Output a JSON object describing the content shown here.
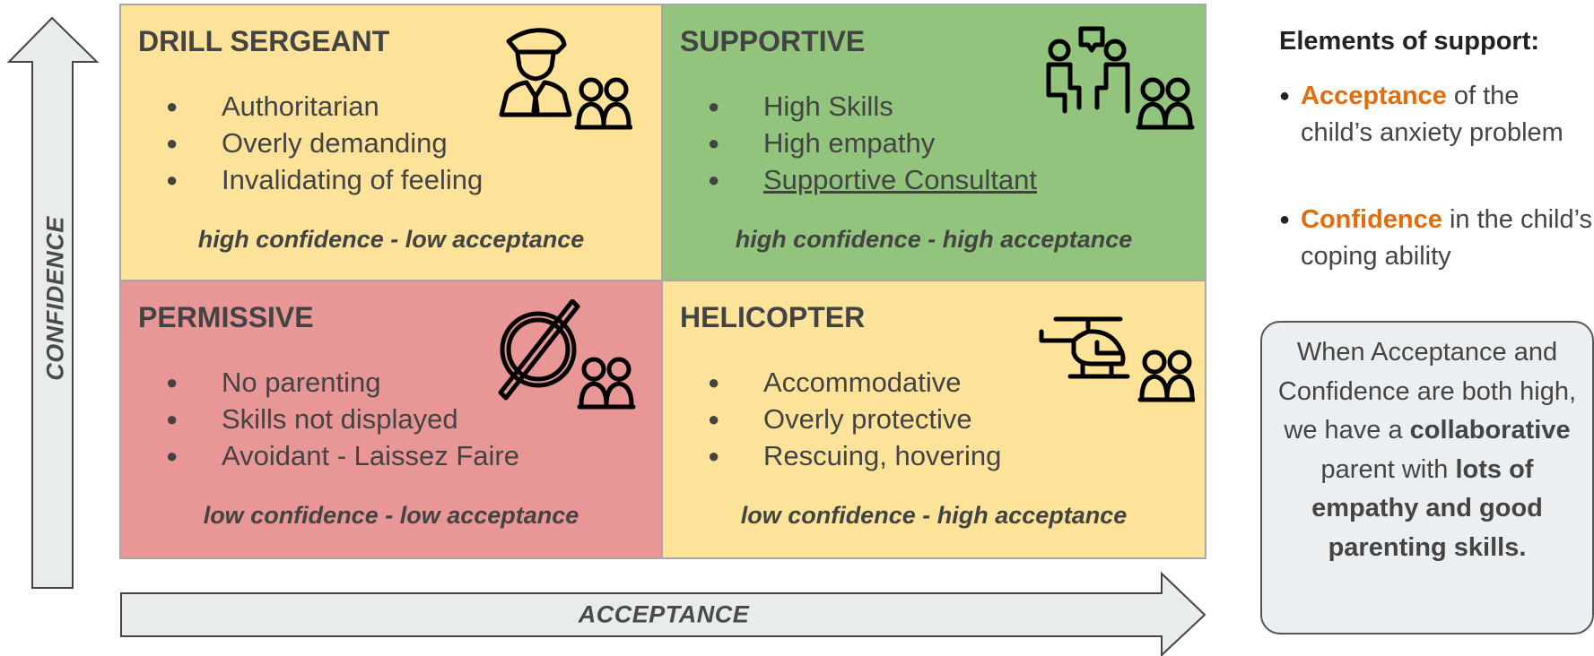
{
  "axes": {
    "y_label": "CONFIDENCE",
    "x_label": "ACCEPTANCE"
  },
  "quadrants": {
    "drill": {
      "title": "DRILL SERGEANT",
      "items": [
        "Authoritarian",
        "Overly demanding",
        "Invalidating of feeling"
      ],
      "footer": "high confidence - low acceptance",
      "color": "#fde29a",
      "icon": "officer-with-family-icon"
    },
    "supportive": {
      "title": "SUPPORTIVE",
      "items": [
        "High Skills",
        "High empathy",
        "Supportive Consultant"
      ],
      "footer": "high confidence - high acceptance",
      "color": "#93c47d",
      "icon": "conversation-with-family-icon"
    },
    "permissive": {
      "title": "PERMISSIVE",
      "items": [
        "No parenting",
        "Skills not displayed",
        "Avoidant - Laissez Faire"
      ],
      "footer": "low confidence - low acceptance",
      "color": "#e89696",
      "icon": "empty-set-with-family-icon"
    },
    "helicopter": {
      "title": "HELICOPTER",
      "items": [
        "Accommodative",
        "Overly protective",
        "Rescuing, hovering"
      ],
      "footer": "low confidence - high acceptance",
      "color": "#fde29a",
      "icon": "helicopter-with-family-icon"
    }
  },
  "sidebar": {
    "title": "Elements of support:",
    "items": [
      {
        "highlight": "Acceptance",
        "rest": "of the child’s anxiety problem"
      },
      {
        "highlight": "Confidence",
        "rest": "in the child’s coping ability"
      }
    ],
    "highlight_color": "#e46c0a"
  },
  "callout": {
    "t1": "When Acceptance and Confidence are both high, we have a",
    "b1": "collaborative",
    "t2": "parent with",
    "b2": "lots of empathy and good parenting skills."
  },
  "bullet_char": "●",
  "side_bullet_char": "●"
}
